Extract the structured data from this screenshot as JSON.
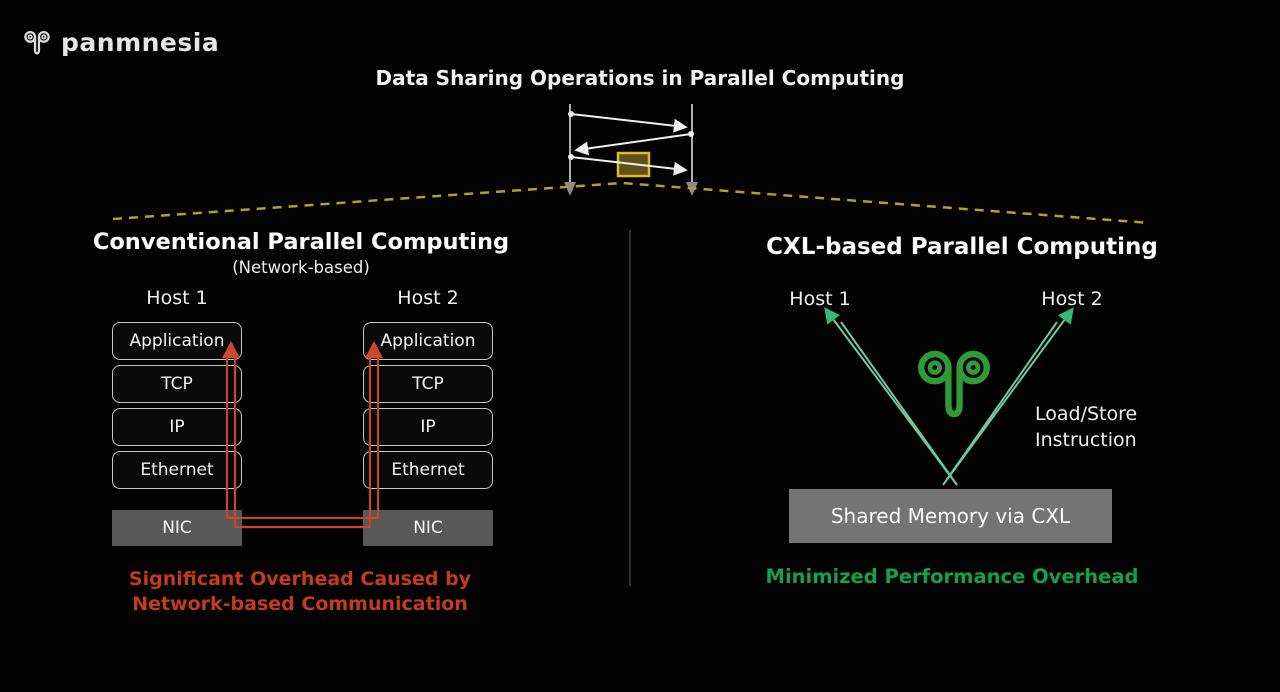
{
  "brand": {
    "name": "panmnesia"
  },
  "title": "Data Sharing Operations in Parallel Computing",
  "left_panel": {
    "title": "Conventional Parallel Computing",
    "subtitle": "(Network-based)",
    "host1_label": "Host 1",
    "host2_label": "Host 2",
    "layers": [
      "Application",
      "TCP",
      "IP",
      "Ethernet"
    ],
    "nic_label": "NIC",
    "caption_line1": "Significant Overhead Caused by",
    "caption_line2": "Network-based Communication"
  },
  "right_panel": {
    "title": "CXL-based Parallel Computing",
    "host1_label": "Host 1",
    "host2_label": "Host 2",
    "annotation_line1": "Load/Store",
    "annotation_line2": "Instruction",
    "memory_label": "Shared Memory via CXL",
    "caption": "Minimized Performance Overhead"
  },
  "colors": {
    "background": "#030303",
    "overhead_red": "#c33c1c",
    "red_arrow": "#c4482a",
    "minimized_green": "#13a14a",
    "cxl_arrow_teal": "#72c6a0",
    "cxl_arrowhead_green": "#35b878",
    "logo_green": "#2e9b35",
    "dashed_gold": "#b3a02c",
    "highlight_yellow": "#e8c53a",
    "memory_gray": "#747474",
    "nic_gray": "#585858",
    "layer_border": "#c7c7c7"
  }
}
